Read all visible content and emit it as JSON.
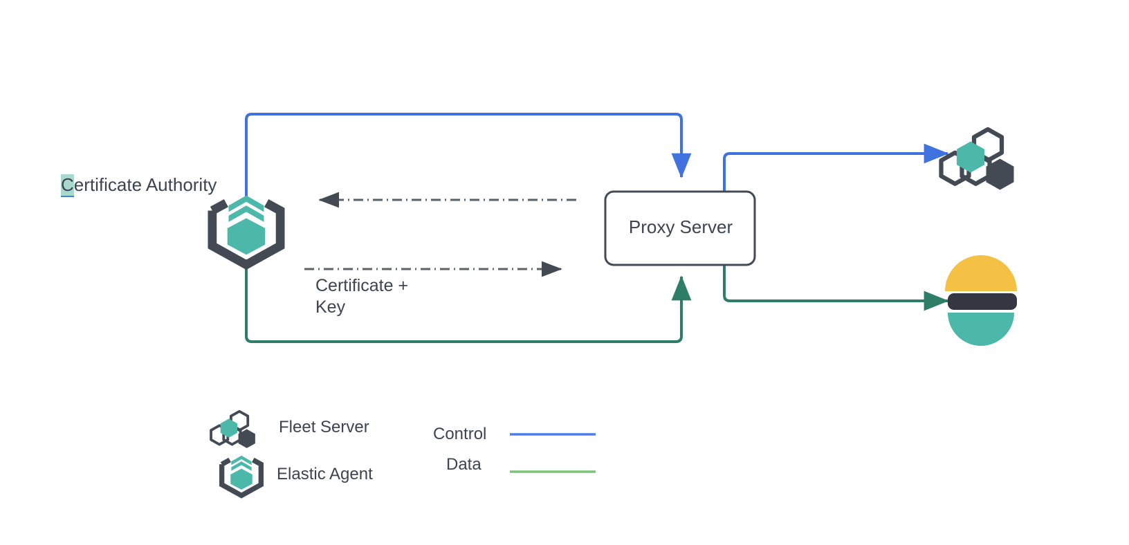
{
  "diagram": {
    "title_label": "Certificate Authority",
    "title_highlight_char": "C",
    "title_rest": "ertificate Authority",
    "nodes": {
      "certificate_authority": {
        "label": "Certificate Authority",
        "icon": "elastic-agent-icon"
      },
      "proxy_server": {
        "label": "Proxy Server"
      },
      "fleet_server": {
        "icon": "fleet-server-icon"
      },
      "elasticsearch": {
        "icon": "elasticsearch-icon"
      }
    },
    "edge_labels": {
      "certificate_key": "Certificate +\nKey",
      "certificate_key_line1": "Certificate +",
      "certificate_key_line2": "Key"
    }
  },
  "legend": {
    "items": [
      {
        "label": "Fleet Server",
        "icon": "fleet-server-icon"
      },
      {
        "label": "Elastic Agent",
        "icon": "elastic-agent-icon"
      }
    ],
    "lines": [
      {
        "label": "Control",
        "color": "#4a7fe8"
      },
      {
        "label": "Data",
        "color": "#7cc576"
      }
    ]
  },
  "colors": {
    "control_blue": "#4a7fe8",
    "data_green_legend": "#7cc576",
    "data_green_flow": "#2e7d66",
    "teal": "#4bb8a9",
    "dark_slate": "#434a54",
    "elastic_yellow": "#f4c145",
    "elastic_teal": "#4bb8a9",
    "text": "#3d444f",
    "highlight": "#a8d8ce",
    "dashed_gray": "#5a6169"
  }
}
